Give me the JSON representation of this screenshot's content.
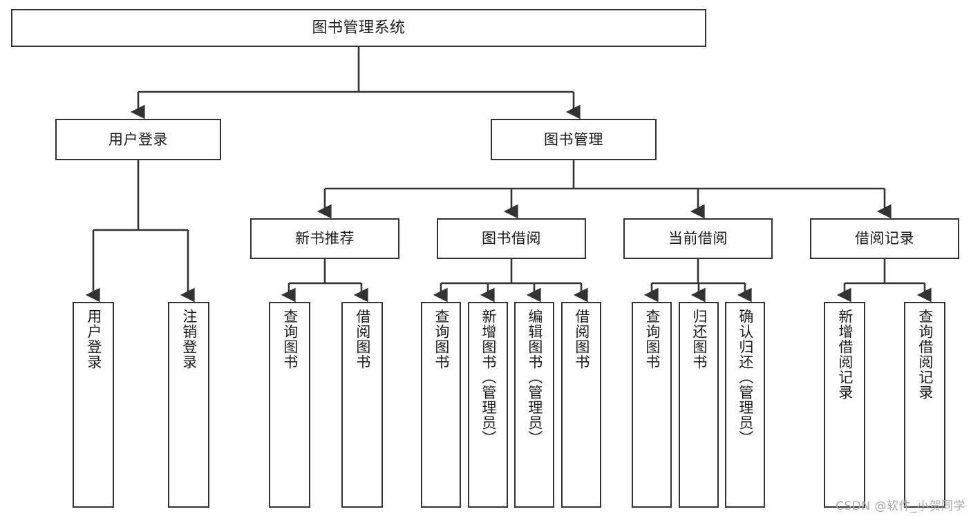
{
  "diagram": {
    "title": "图书管理系统",
    "watermark": "CSDN @软件_小贺同学",
    "line_color": "#333333",
    "box_fill": "#ffffff",
    "text_color": "#1a1a1a",
    "watermark_color": "#a8a8a8"
  },
  "nodes": {
    "root": {
      "label": "图书管理系统"
    },
    "level2": [
      {
        "label": "用户登录"
      },
      {
        "label": "图书管理"
      }
    ],
    "level3": [
      {
        "label": "新书推荐"
      },
      {
        "label": "图书借阅"
      },
      {
        "label": "当前借阅"
      },
      {
        "label": "借阅记录"
      }
    ],
    "login_children": [
      {
        "label": "用户登录"
      },
      {
        "label": "注销登录"
      }
    ],
    "recommend_children": [
      {
        "label": "查询图书"
      },
      {
        "label": "借阅图书"
      }
    ],
    "borrow_children": [
      {
        "label": "查询图书"
      },
      {
        "label": "新增图书（管理员）"
      },
      {
        "label": "编辑图书（管理员）"
      },
      {
        "label": "借阅图书"
      }
    ],
    "current_children": [
      {
        "label": "查询图书"
      },
      {
        "label": "归还图书"
      },
      {
        "label": "确认归还（管理员）"
      }
    ],
    "record_children": [
      {
        "label": "新增借阅记录"
      },
      {
        "label": "查询借阅记录"
      }
    ]
  }
}
